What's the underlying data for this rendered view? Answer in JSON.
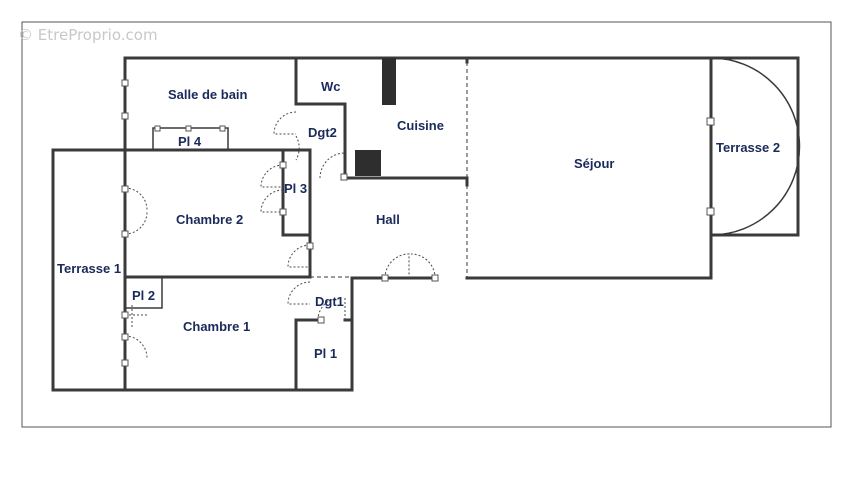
{
  "watermark": "© EtreProprio.com",
  "rooms": {
    "salle_de_bain": "Salle de bain",
    "wc": "Wc",
    "dgt2": "Dgt2",
    "cuisine": "Cuisine",
    "sejour": "Séjour",
    "terrasse2": "Terrasse 2",
    "pl4": "Pl 4",
    "pl3": "Pl 3",
    "chambre2": "Chambre 2",
    "hall": "Hall",
    "terrasse1": "Terrasse 1",
    "pl2": "Pl 2",
    "dgt1": "Dgt1",
    "chambre1": "Chambre 1",
    "pl1": "Pl 1"
  }
}
